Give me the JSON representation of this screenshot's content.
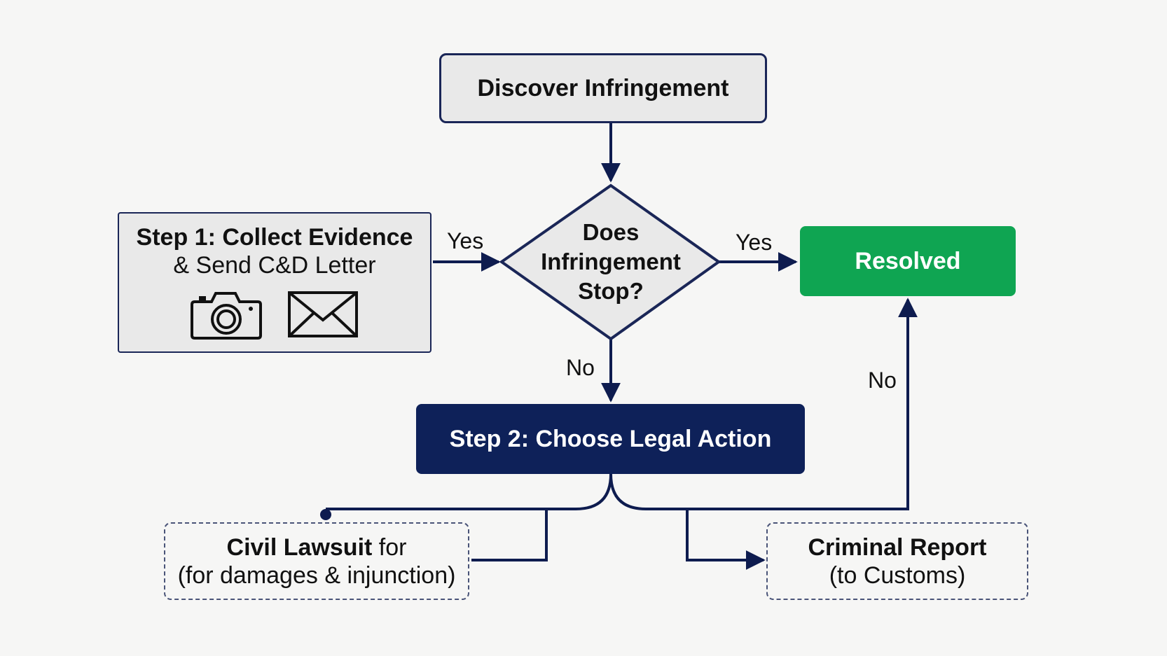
{
  "colors": {
    "navy": "#0e2159",
    "line": "#0e1c4f",
    "green": "#0fa552",
    "light_fill": "#e9e9e9",
    "background": "#f6f6f5"
  },
  "nodes": {
    "discover": {
      "label": "Discover Infringement"
    },
    "step1": {
      "line1": "Step 1: Collect Evidence",
      "line2": "& Send C&D Letter",
      "icons": [
        "camera-icon",
        "envelope-icon"
      ]
    },
    "decision": {
      "line1": "Does",
      "line2": "Infringement",
      "line3": "Stop?"
    },
    "resolved": {
      "label": "Resolved"
    },
    "step2": {
      "label": "Step 2: Choose Legal Action"
    },
    "civil": {
      "line1_bold": "Civil Lawsuit",
      "line1_rest": " for",
      "line2": "(for damages & injunction)"
    },
    "criminal": {
      "line1": "Criminal Report",
      "line2": "(to Customs)"
    }
  },
  "edge_labels": {
    "yes_left": "Yes",
    "yes_right": "Yes",
    "no_down": "No",
    "no_right": "No"
  }
}
